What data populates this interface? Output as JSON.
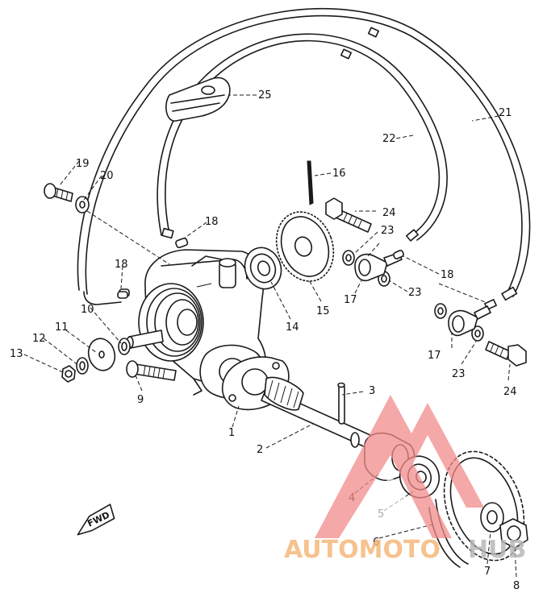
{
  "labels": [
    {
      "id": "1",
      "text": "1"
    },
    {
      "id": "2",
      "text": "2"
    },
    {
      "id": "3",
      "text": "3"
    },
    {
      "id": "4",
      "text": "4"
    },
    {
      "id": "5",
      "text": "5"
    },
    {
      "id": "6",
      "text": "6"
    },
    {
      "id": "7",
      "text": "7"
    },
    {
      "id": "8",
      "text": "8"
    },
    {
      "id": "9",
      "text": "9"
    },
    {
      "id": "10",
      "text": "10"
    },
    {
      "id": "11",
      "text": "11"
    },
    {
      "id": "12",
      "text": "12"
    },
    {
      "id": "13",
      "text": "13"
    },
    {
      "id": "14",
      "text": "14"
    },
    {
      "id": "15",
      "text": "15"
    },
    {
      "id": "16",
      "text": "16"
    },
    {
      "id": "17a",
      "text": "17"
    },
    {
      "id": "17b",
      "text": "17"
    },
    {
      "id": "18a",
      "text": "18"
    },
    {
      "id": "18b",
      "text": "18"
    },
    {
      "id": "18c",
      "text": "18"
    },
    {
      "id": "19",
      "text": "19"
    },
    {
      "id": "20",
      "text": "20"
    },
    {
      "id": "21",
      "text": "21"
    },
    {
      "id": "22",
      "text": "22"
    },
    {
      "id": "23a",
      "text": "23"
    },
    {
      "id": "23b",
      "text": "23"
    },
    {
      "id": "23c",
      "text": "23"
    },
    {
      "id": "24a",
      "text": "24"
    },
    {
      "id": "24b",
      "text": "24"
    },
    {
      "id": "25",
      "text": "25"
    }
  ],
  "fwd_marker": "FWD",
  "watermark": {
    "part1": "AUTOMOTO",
    "part2": "HUB",
    "color1": "#f5b87a",
    "color2": "#b8b8b8",
    "logo_color": "#f28b8b"
  }
}
